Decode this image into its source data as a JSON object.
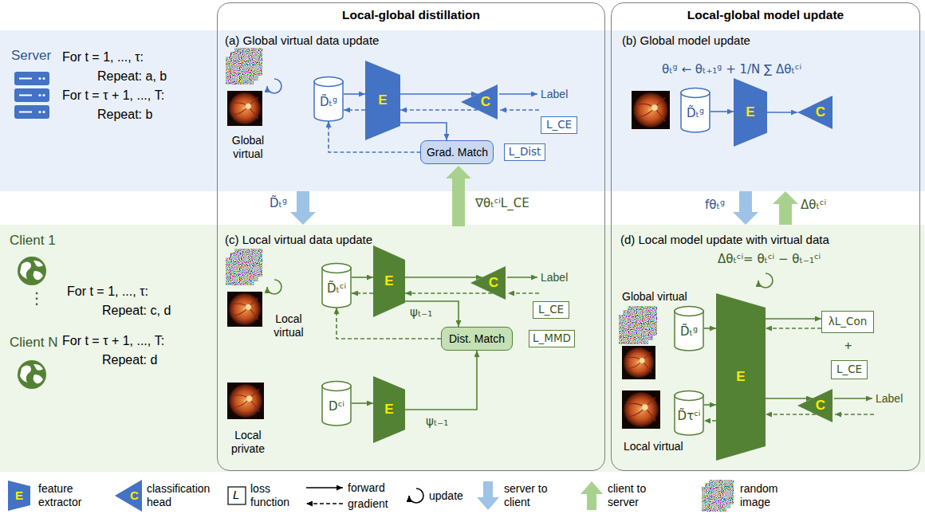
{
  "diagram": {
    "nodes": [
      {
        "text": [
          "Local-global distillation"
        ]
      },
      {
        "text": [
          "Local-global model update"
        ]
      },
      {
        "text": [
          "D̃ₜᵍ"
        ],
        "in": 0
      },
      {
        "text": [
          "E"
        ],
        "in": 0
      },
      {
        "text": [
          "C"
        ],
        "in": 0
      },
      {
        "text": [
          "L_CE"
        ],
        "in": 0
      },
      {
        "text": [
          "Grad. Match"
        ],
        "in": 0
      },
      {
        "text": [
          "L_Dist"
        ],
        "in": 0
      },
      {
        "text": [
          "D̃ₜᶜⁱ"
        ],
        "in": 0
      },
      {
        "text": [
          "E"
        ],
        "in": 0
      },
      {
        "text": [
          "C"
        ],
        "in": 0
      },
      {
        "text": [
          "L_CE"
        ],
        "in": 0
      },
      {
        "text": [
          "Dist. Match"
        ],
        "in": 0
      },
      {
        "text": [
          "L_MMD"
        ],
        "in": 0
      },
      {
        "text": [
          "Dᶜⁱ"
        ],
        "in": 0
      },
      {
        "text": [
          "E"
        ],
        "in": 0
      },
      {
        "text": [
          "D̃ₜᵍ"
        ],
        "in": 1
      },
      {
        "text": [
          "E"
        ],
        "in": 1
      },
      {
        "text": [
          "C"
        ],
        "in": 1
      },
      {
        "text": [
          "D̃ₜᵍ"
        ],
        "in": 1
      },
      {
        "text": [
          "D̃τᶜⁱ"
        ],
        "in": 1
      },
      {
        "text": [
          "E"
        ],
        "in": 1
      },
      {
        "text": [
          "λL_Con"
        ],
        "in": 1
      },
      {
        "text": [
          "L_CE"
        ],
        "in": 1
      },
      {
        "text": [
          "C"
        ],
        "in": 1
      }
    ],
    "edges": [
      {
        "from": 2,
        "to": 3,
        "arrow": "to"
      },
      {
        "from": 3,
        "to": 2,
        "arrow": "to"
      },
      {
        "from": 3,
        "to": 4,
        "arrow": "to"
      },
      {
        "from": 4,
        "to": 3,
        "arrow": "to"
      },
      {
        "from": 6,
        "to": 2,
        "arrow": "to"
      },
      {
        "from": 3,
        "to": 6,
        "arrow": "to"
      },
      {
        "from": 8,
        "to": 9,
        "arrow": "to"
      },
      {
        "from": 9,
        "to": 8,
        "arrow": "to"
      },
      {
        "from": 9,
        "to": 10,
        "arrow": "to"
      },
      {
        "from": 10,
        "to": 9,
        "arrow": "to"
      },
      {
        "from": 9,
        "to": 12,
        "label": "ψₜ₋₁",
        "arrow": "to"
      },
      {
        "from": 15,
        "to": 12,
        "label": "ψₜ₋₁",
        "arrow": "to"
      },
      {
        "from": 12,
        "to": 8,
        "arrow": "to"
      },
      {
        "from": 14,
        "to": 15,
        "arrow": "to"
      },
      {
        "from": 16,
        "to": 17,
        "arrow": "to"
      },
      {
        "from": 17,
        "to": 18,
        "arrow": "to"
      },
      {
        "from": 19,
        "to": 21,
        "arrow": "to"
      },
      {
        "from": 21,
        "to": 22,
        "arrow": "to"
      },
      {
        "from": 22,
        "to": 21,
        "arrow": "to"
      },
      {
        "from": 20,
        "to": 21,
        "arrow": "to"
      },
      {
        "from": 21,
        "to": 20,
        "arrow": "to"
      },
      {
        "from": 21,
        "to": 24,
        "arrow": "to"
      },
      {
        "from": 24,
        "to": 21,
        "arrow": "to"
      }
    ],
    "labels": [
      "Server",
      "For t = 1, ..., τ:",
      "Repeat: a, b",
      "For t = τ + 1, ..., T:",
      "Repeat: b",
      "Client 1",
      "⋮",
      "Client N",
      "For t = 1, ..., τ:",
      "Repeat: c, d",
      "For t = τ + 1, ..., T:",
      "Repeat: d",
      "(a) Global virtual data update",
      "Global virtual",
      "Label",
      "D̃ₜᵍ",
      "∇θₜᶜⁱL_CE",
      "(c) Local virtual data update",
      "Local virtual",
      "Label",
      "Local private",
      "(b) Global model update",
      "θₜᵍ ← θₜ₊₁ᵍ + 1/N ∑ Δθₜᶜⁱ",
      "fθₜᵍ",
      "Δθₜᶜⁱ",
      "(d) Local model update with virtual data",
      "Δθₜᶜⁱ= θₜᶜⁱ − θₜ₋₁ᶜⁱ",
      "Global virtual",
      "Local virtual",
      "+",
      "Label",
      "E",
      "C",
      "L"
    ],
    "legend": [
      {
        "text": "feature extractor"
      },
      {
        "text": "classification head"
      },
      {
        "text": "loss function"
      },
      {
        "text": "forward"
      },
      {
        "text": "gradient"
      },
      {
        "text": "update"
      },
      {
        "text": "server to client"
      },
      {
        "text": "client to server"
      },
      {
        "text": "random image"
      }
    ]
  }
}
